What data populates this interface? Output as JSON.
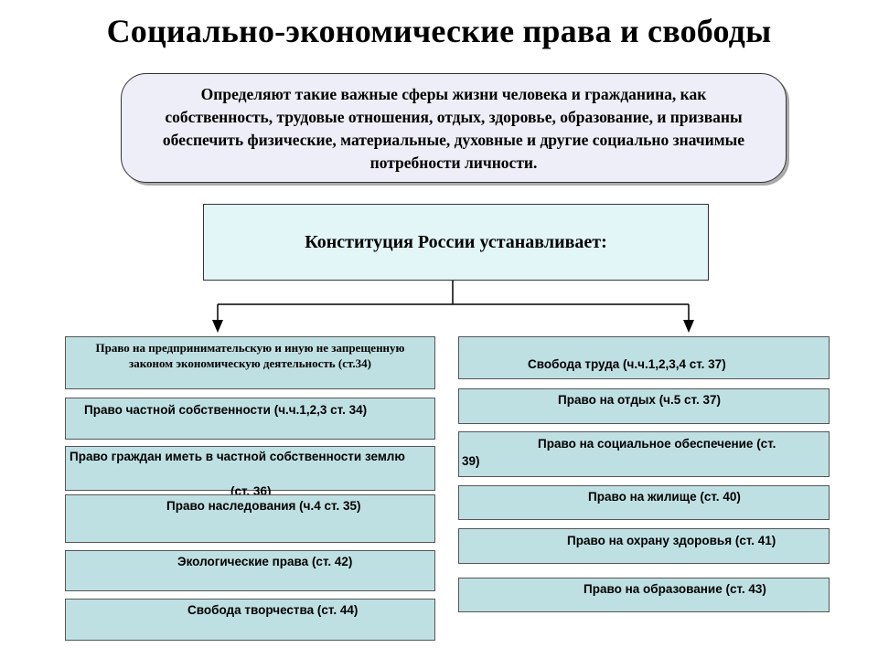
{
  "title": "Социально-экономические права и свободы",
  "description": "Определяют такие важные сферы жизни человека и гражданина, как собственность, трудовые отношения, отдых, здоровье, образование, и призваны обеспечить физические, материальные, духовные и другие социально значимые потребности личности.",
  "constitution_label": "Конституция России устанавливает:",
  "left_rights": [
    "Право на предпринимательскую и иную не запрещенную законом экономическую деятельность (ст.34)",
    "Право частной собственности (ч.ч.1,2,3 ст. 34)",
    "Право граждан иметь в частной собственности землю",
    "(ст. 36)",
    "Право наследования (ч.4 ст. 35)",
    "Экологические права (ст. 42)",
    "Свобода творчества (ст. 44)"
  ],
  "right_rights": [
    "Свобода труда (ч.ч.1,2,3,4 ст. 37)",
    "Право на отдых (ч.5 ст. 37)",
    "Право на социальное обеспечение (ст.",
    "39)",
    "Право на жилище (ст. 40)",
    "Право на охрану здоровья (ст. 41)",
    "Право на образование (ст. 43)"
  ],
  "colors": {
    "box_fill": "#bfe0e3",
    "constitution_fill": "#e2f6f8",
    "description_fill": "#eeeef8"
  }
}
